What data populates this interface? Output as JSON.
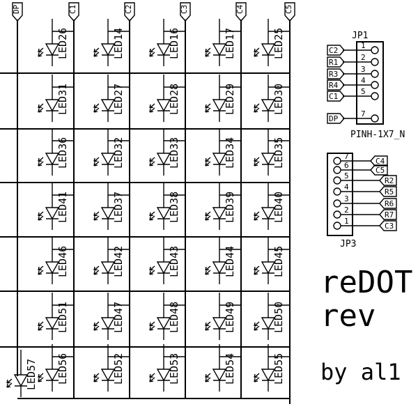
{
  "columns": [
    {
      "id": "dp",
      "label": "DP"
    },
    {
      "id": "c1",
      "label": "C1"
    },
    {
      "id": "c2",
      "label": "C2"
    },
    {
      "id": "c3",
      "label": "C3"
    },
    {
      "id": "c4",
      "label": "C4"
    },
    {
      "id": "c5",
      "label": "C5"
    }
  ],
  "led_rows": [
    [
      "LED26",
      "LED14",
      "LED16",
      "LED17",
      "LED25"
    ],
    [
      "LED31",
      "LED27",
      "LED28",
      "LED29",
      "LED30"
    ],
    [
      "LED36",
      "LED32",
      "LED33",
      "LED34",
      "LED35"
    ],
    [
      "LED41",
      "LED37",
      "LED38",
      "LED39",
      "LED40"
    ],
    [
      "LED46",
      "LED42",
      "LED43",
      "LED44",
      "LED45"
    ],
    [
      "LED51",
      "LED47",
      "LED48",
      "LED49",
      "LED50"
    ],
    [
      "LED56",
      "LED52",
      "LED53",
      "LED54",
      "LED55"
    ]
  ],
  "extra_led": "LED57",
  "jp1": {
    "name": "JP1",
    "part": "PINH-1X7_N",
    "pins": [
      {
        "num": "1",
        "net": "C2"
      },
      {
        "num": "2",
        "net": "R1"
      },
      {
        "num": "3",
        "net": "R3"
      },
      {
        "num": "4",
        "net": "R4"
      },
      {
        "num": "5",
        "net": "C1"
      },
      {
        "num": "7",
        "net": "DP"
      }
    ]
  },
  "jp3": {
    "name": "JP3",
    "pins": [
      {
        "num": "7",
        "net": "C4"
      },
      {
        "num": "6",
        "net": "C5"
      },
      {
        "num": "5",
        "net": "R2"
      },
      {
        "num": "4",
        "net": "R5"
      },
      {
        "num": "3",
        "net": "R6"
      },
      {
        "num": "2",
        "net": "R7"
      },
      {
        "num": "1",
        "net": "C3"
      }
    ]
  },
  "title": {
    "line1": "reDOT",
    "line2": "rev",
    "line3": "by al1"
  }
}
